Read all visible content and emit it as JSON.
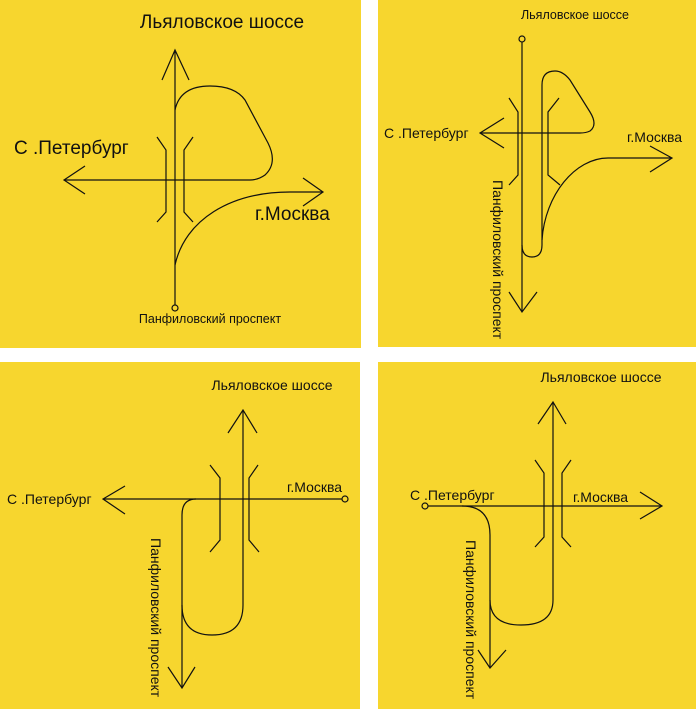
{
  "colors": {
    "background": "#F7D62E",
    "lines": "#111111"
  },
  "panels": [
    {
      "north": "Льяловское шоссе",
      "west": "С .Петербург",
      "east": "г.Москва",
      "south": "Панфиловский проспект"
    },
    {
      "north": "Льяловское шоссе",
      "west": "С .Петербург",
      "east": "г.Москва",
      "south": "Панфиловский проспект"
    },
    {
      "north": "Льяловское шоссе",
      "west": "С .Петербург",
      "east": "г.Москва",
      "south": "Панфиловский проспект"
    },
    {
      "north": "Льяловское шоссе",
      "west": "С .Петербург",
      "east": "г.Москва",
      "south": "Панфиловский проспект"
    }
  ]
}
